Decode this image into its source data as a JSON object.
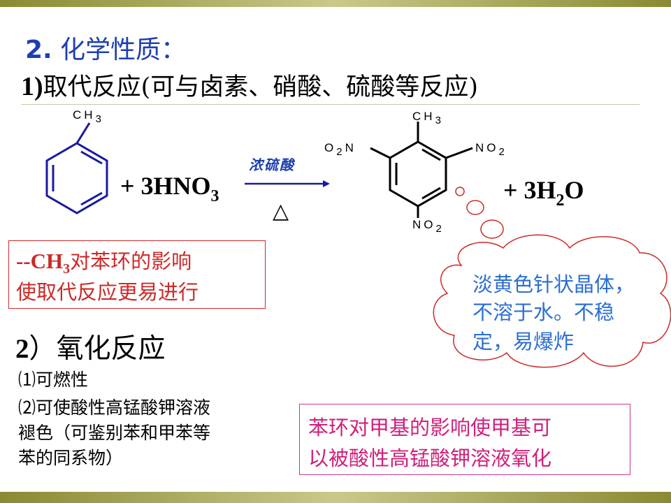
{
  "slide": {
    "title_number": "2.",
    "title_text": " 化学性质：",
    "subtitle_prefix": "1)",
    "subtitle_text": "取代反应(可与卤素、硝酸、硫酸等反应)"
  },
  "reaction": {
    "reactant_group": "CH",
    "reactant_group_sub": "3",
    "reagent_plus": "+ 3HNO",
    "reagent_sub": "3",
    "catalyst": "浓硫酸",
    "condition": "△",
    "product_group": "CH",
    "product_group_sub": "3",
    "product_left_sub": "O",
    "product_left_sub_num": "2",
    "product_left_sub_end": "N",
    "product_right_sub": "NO",
    "product_right_sub_num": "2",
    "product_bottom_sub": "NO",
    "product_bottom_sub_num": "2",
    "byproduct_plus": "+ 3H",
    "byproduct_sub": "2",
    "byproduct_end": "O"
  },
  "note_red": {
    "prefix": "--CH",
    "prefix_sub": "3",
    "line1_text": "对苯环的影响",
    "line2": "使取代反应更易进行"
  },
  "oxidation": {
    "title_num": "2",
    "title_text": "）氧化反应",
    "items": [
      "⑴可燃性",
      "⑵可使酸性高锰酸钾溶液",
      "褪色（可鉴别苯和甲苯等",
      "苯的同系物）"
    ]
  },
  "cloud": {
    "lines": [
      "淡黄色针状晶体，",
      "不溶于水。不稳",
      "定，易爆炸"
    ]
  },
  "note_pink": {
    "lines": [
      "苯环对甲基的影响使甲基可",
      "以被酸性高锰酸钾溶液氧化"
    ]
  },
  "colors": {
    "title_blue": "#1f3fb0",
    "note_red": "#cc2a2a",
    "cloud_blue": "#2e6fd0",
    "note_pink": "#d0207a",
    "band_olive": "#8a8a32"
  }
}
